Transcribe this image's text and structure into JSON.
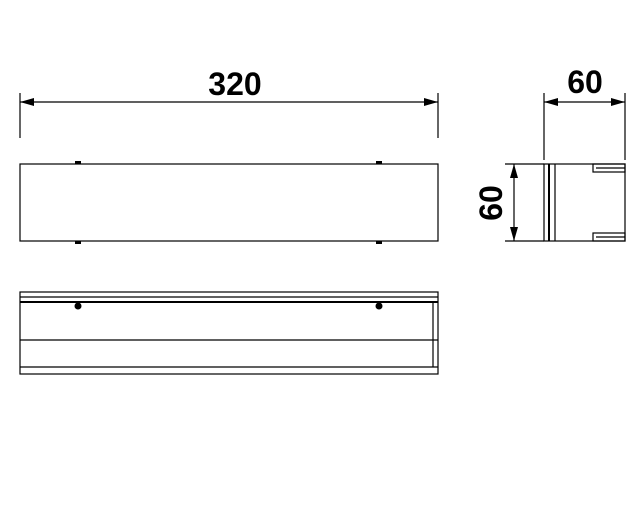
{
  "dimensions": {
    "length_label": "320",
    "depth_label": "60",
    "height_label": "60"
  },
  "colors": {
    "line": "#000000",
    "background": "#ffffff"
  }
}
